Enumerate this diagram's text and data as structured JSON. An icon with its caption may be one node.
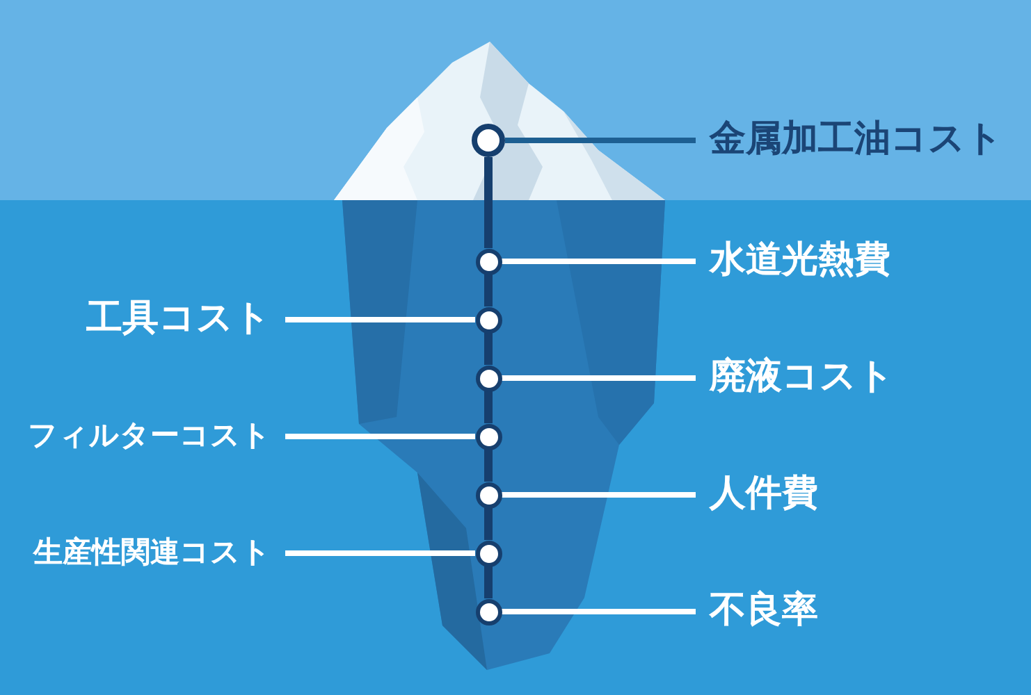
{
  "diagram": {
    "nodes": [
      {
        "text": [
          "金属加工油コスト"
        ]
      },
      {
        "text": [
          "水道光熱費"
        ]
      },
      {
        "text": [
          "工具コスト"
        ]
      },
      {
        "text": [
          "廃液コスト"
        ]
      },
      {
        "text": [
          "フィルターコスト"
        ]
      },
      {
        "text": [
          "人件費"
        ]
      },
      {
        "text": [
          "生産性関連コスト"
        ]
      },
      {
        "text": [
          "不良率"
        ]
      },
      {
        "text": [],
        "shape": "circle"
      },
      {
        "text": [],
        "shape": "circle"
      },
      {
        "text": [],
        "shape": "circle"
      },
      {
        "text": [],
        "shape": "circle"
      },
      {
        "text": [],
        "shape": "circle"
      },
      {
        "text": [],
        "shape": "circle"
      },
      {
        "text": [],
        "shape": "circle"
      },
      {
        "text": [],
        "shape": "circle"
      }
    ],
    "edges": [
      {
        "from": 0,
        "to": 8,
        "arrow": "none",
        "color": "#1d5f92"
      },
      {
        "from": 1,
        "to": 9,
        "arrow": "none"
      },
      {
        "from": 2,
        "to": 10,
        "arrow": "none"
      },
      {
        "from": 3,
        "to": 11,
        "arrow": "none"
      },
      {
        "from": 4,
        "to": 12,
        "arrow": "none"
      },
      {
        "from": 5,
        "to": 13,
        "arrow": "none"
      },
      {
        "from": 6,
        "to": 14,
        "arrow": "none"
      },
      {
        "from": 7,
        "to": 15,
        "arrow": "none"
      },
      {
        "from": 8,
        "to": 9,
        "arrow": "none",
        "color": "#163f6e"
      },
      {
        "from": 9,
        "to": 10,
        "arrow": "none",
        "color": "#163f6e"
      },
      {
        "from": 10,
        "to": 11,
        "arrow": "none",
        "color": "#163f6e"
      },
      {
        "from": 11,
        "to": 12,
        "arrow": "none",
        "color": "#163f6e"
      },
      {
        "from": 12,
        "to": 13,
        "arrow": "none",
        "color": "#163f6e"
      },
      {
        "from": 13,
        "to": 14,
        "arrow": "none",
        "color": "#163f6e"
      },
      {
        "from": 14,
        "to": 15,
        "arrow": "none",
        "color": "#163f6e"
      }
    ]
  }
}
